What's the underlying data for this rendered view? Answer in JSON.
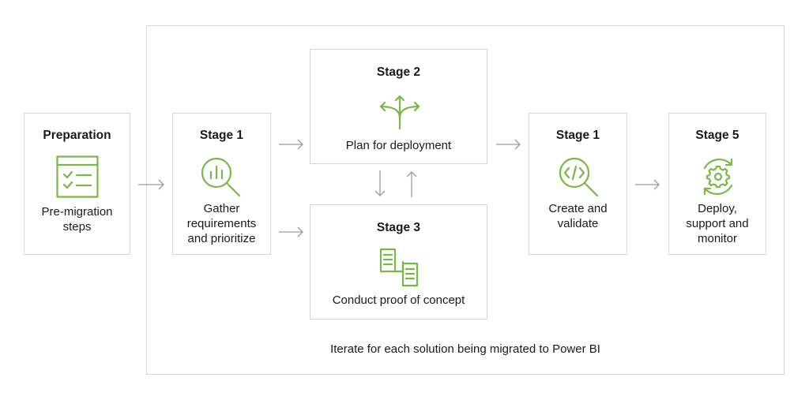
{
  "footnote": "Iterate for each solution being migrated to Power BI",
  "colors": {
    "accent": "#7ab648",
    "border": "#d6d6d6",
    "arrow": "#9a9a9a",
    "text": "#1a1a1a"
  },
  "boxes": {
    "preparation": {
      "title": "Preparation",
      "desc_lines": [
        "Pre-migration",
        "steps"
      ],
      "icon": "checklist-icon"
    },
    "stage1_gather": {
      "title": "Stage 1",
      "desc_lines": [
        "Gather",
        "requirements",
        "and prioritize"
      ],
      "icon": "magnifier-chart-icon"
    },
    "stage2": {
      "title": "Stage 2",
      "desc_lines": [
        "Plan for deployment"
      ],
      "icon": "split-arrows-icon"
    },
    "stage3": {
      "title": "Stage 3",
      "desc_lines": [
        "Conduct proof of concept"
      ],
      "icon": "documents-icon"
    },
    "stage1_create": {
      "title": "Stage 1",
      "desc_lines": [
        "Create and",
        "validate"
      ],
      "icon": "magnifier-code-icon"
    },
    "stage5": {
      "title": "Stage 5",
      "desc_lines": [
        "Deploy,",
        "support and",
        "monitor"
      ],
      "icon": "gear-cycle-icon"
    }
  }
}
